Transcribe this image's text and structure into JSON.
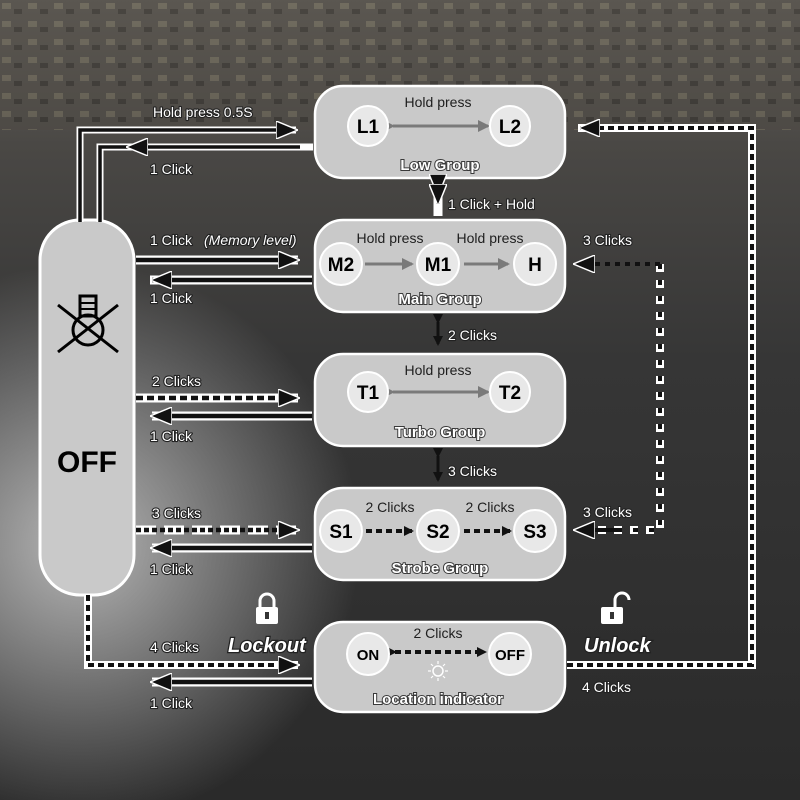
{
  "colors": {
    "box_fill": "#c9c9c9",
    "box_stroke": "#ffffff",
    "arrow_black": "#111111",
    "arrow_gray": "#7a7a7a",
    "node_fill": "#e8e8e8"
  },
  "off_panel": {
    "label": "OFF",
    "icon": "bulb-off-icon"
  },
  "groups": {
    "low": {
      "title": "Low Group",
      "nodes": [
        "L1",
        "L2"
      ],
      "inner": [
        "Hold press"
      ]
    },
    "main": {
      "title": "Main Group",
      "nodes": [
        "M2",
        "M1",
        "H"
      ],
      "inner": [
        "Hold press",
        "Hold press"
      ]
    },
    "turbo": {
      "title": "Turbo Group",
      "nodes": [
        "T1",
        "T2"
      ],
      "inner": [
        "Hold press"
      ]
    },
    "strobe": {
      "title": "Strobe Group",
      "nodes": [
        "S1",
        "S2",
        "S3"
      ],
      "inner": [
        "2 Clicks",
        "2 Clicks"
      ]
    },
    "location": {
      "title": "Location indicator",
      "nodes": [
        "ON",
        "OFF"
      ],
      "inner": [
        "2 Clicks"
      ]
    }
  },
  "labels": {
    "hold_05": "Hold press 0.5S",
    "low_back": "1 Click",
    "main_in": "1 Click",
    "memory": "(Memory level)",
    "main_back": "1 Click",
    "turbo_in": "2 Clicks",
    "turbo_back": "1 Click",
    "strobe_in": "3 Clicks",
    "strobe_back": "1 Click",
    "lock_in": "4 Clicks",
    "lock_back": "1 Click",
    "click_hold": "1 Click + Hold",
    "main_turbo": "2 Clicks",
    "turbo_strobe": "3 Clicks",
    "h_3clicks": "3 Clicks",
    "s3_3clicks": "3 Clicks",
    "unlock_4": "4 Clicks",
    "lockout": "Lockout",
    "unlock": "Unlock"
  }
}
